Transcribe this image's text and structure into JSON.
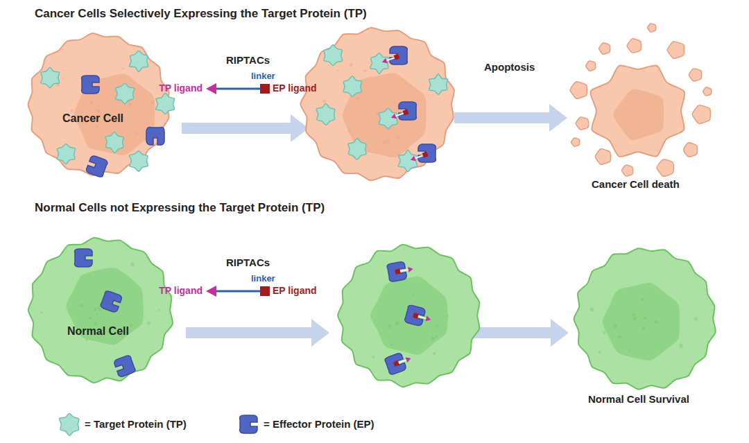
{
  "diagram": {
    "nodes": [
      {
        "text": [
          "Cancer Cell"
        ]
      },
      {
        "text": [
          "Cancer Cell death"
        ]
      },
      {
        "text": [
          "Normal Cell"
        ]
      },
      {
        "text": [
          "Normal Cell Survival"
        ]
      }
    ],
    "labels": [
      "Cancer Cells Selectively Expressing the Target Protein (TP)",
      "RIPTACs",
      "linker",
      "TP ligand",
      "EP ligand",
      "Apoptosis",
      "Normal Cells not Expressing the Target Protein (TP)",
      "RIPTACs",
      "linker",
      "TP ligand",
      "EP ligand"
    ],
    "legend": [
      {
        "text": "= Target Protein (TP)"
      },
      {
        "text": "= Effector Protein (EP)"
      }
    ]
  }
}
